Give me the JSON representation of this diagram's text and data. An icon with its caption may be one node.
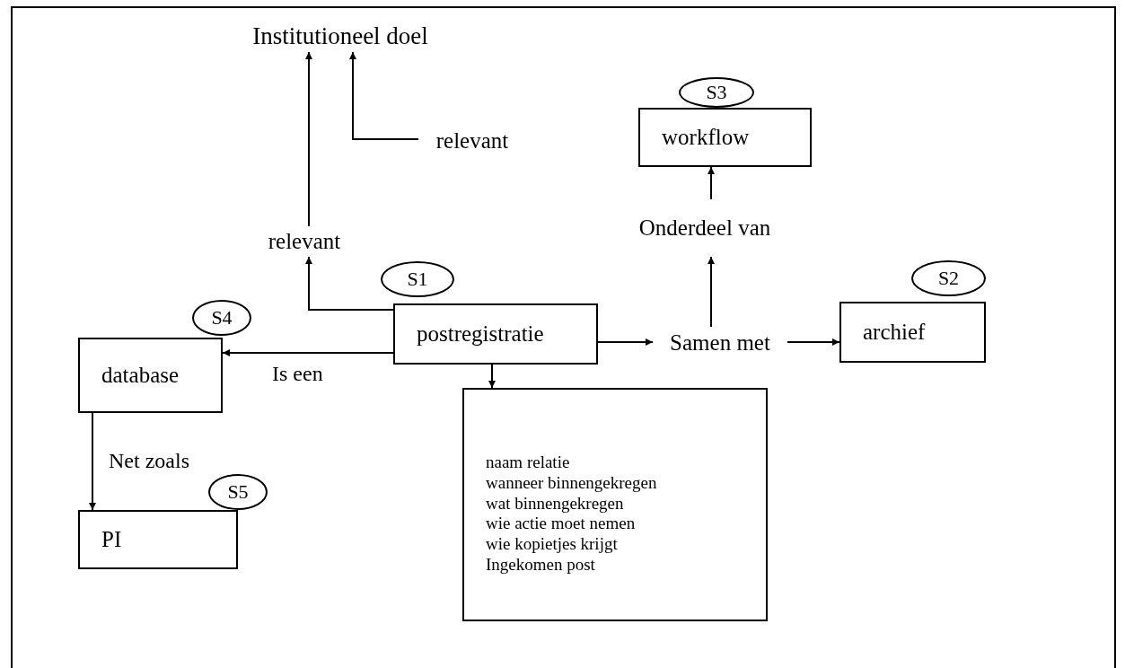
{
  "diagram": {
    "nodes": [
      {
        "text": [
          "Institutioneel doel"
        ]
      },
      {
        "text": [
          "relevant"
        ]
      },
      {
        "text": [
          "relevant"
        ]
      },
      {
        "text": [
          "S3"
        ]
      },
      {
        "text": [
          "workflow"
        ]
      },
      {
        "text": [
          "Onderdeel van"
        ]
      },
      {
        "text": [
          "S1"
        ]
      },
      {
        "text": [
          "postregistratie"
        ]
      },
      {
        "text": [
          "S2"
        ]
      },
      {
        "text": [
          "archief"
        ]
      },
      {
        "text": [
          "Samen met"
        ]
      },
      {
        "text": [
          "S4"
        ]
      },
      {
        "text": [
          "database"
        ]
      },
      {
        "text": [
          "S5"
        ]
      },
      {
        "text": [
          "PI"
        ]
      },
      {
        "text": [
          "naam relatie",
          "wanneer binnengekregen",
          "wat binnengekregen",
          "wie actie moet nemen",
          "wie kopietjes krijgt",
          "Ingekomen post"
        ]
      }
    ],
    "edges": [
      {
        "from": 1,
        "to": 0,
        "arrow": "to"
      },
      {
        "from": 2,
        "to": 0,
        "arrow": "to"
      },
      {
        "from": 5,
        "to": 4,
        "arrow": "to"
      },
      {
        "from": 7,
        "to": 2,
        "arrow": "to"
      },
      {
        "from": 7,
        "to": 12,
        "arrow": "to",
        "label": "Is een"
      },
      {
        "from": 7,
        "to": 10,
        "arrow": "to"
      },
      {
        "from": 10,
        "to": 9,
        "arrow": "to"
      },
      {
        "from": 10,
        "to": 5,
        "arrow": "to"
      },
      {
        "from": 7,
        "to": 15,
        "arrow": "to"
      },
      {
        "from": 12,
        "to": 14,
        "arrow": "to",
        "label": "Net zoals"
      }
    ]
  }
}
